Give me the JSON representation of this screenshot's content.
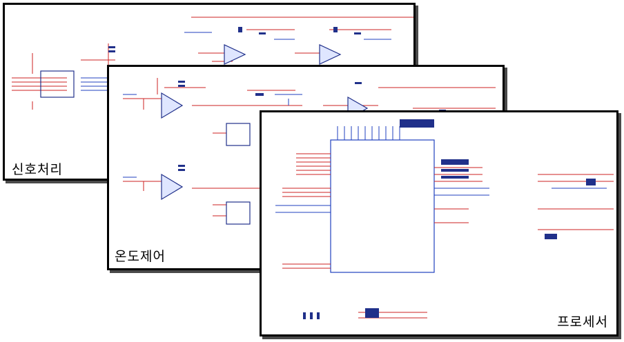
{
  "panels": [
    {
      "id": "signal-processing",
      "caption": "신호처리"
    },
    {
      "id": "temperature-control",
      "caption": "온도제어"
    },
    {
      "id": "processor",
      "caption": "프로세서"
    }
  ],
  "colors": {
    "border": "#000000",
    "shadow": "#4a4a4a",
    "wire_red": "#cc2222",
    "wire_blue": "#1f3fbf",
    "component": "#20308a"
  }
}
